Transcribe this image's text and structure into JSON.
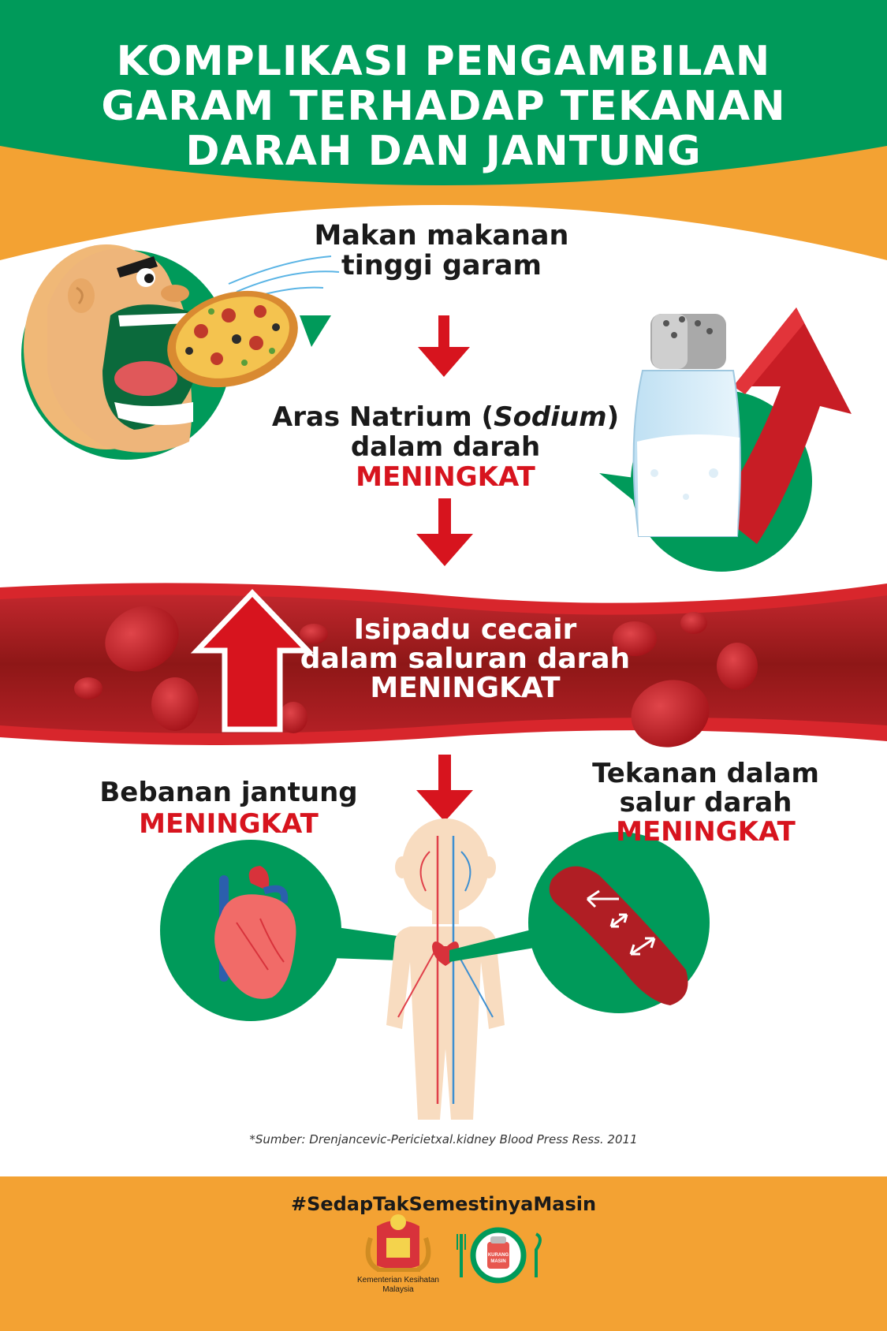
{
  "title": {
    "line1": "KOMPLIKASI PENGAMBILAN",
    "line2": "GARAM TERHADAP TEKANAN",
    "line3": "DARAH DAN JANTUNG"
  },
  "steps": {
    "eat": {
      "line1": "Makan makanan",
      "line2": "tinggi garam"
    },
    "sodium": {
      "line1_pre": "Aras Natrium (",
      "line1_italic": "Sodium",
      "line1_post": ")",
      "line2": "dalam darah",
      "highlight": "MENINGKAT"
    },
    "volume": {
      "line1": "Isipadu cecair",
      "line2": "dalam saluran darah",
      "highlight": "MENINGKAT"
    },
    "heart": {
      "line1": "Bebanan jantung",
      "highlight": "MENINGKAT"
    },
    "pressure": {
      "line1": "Tekanan dalam",
      "line2": "salur darah",
      "highlight": "MENINGKAT"
    }
  },
  "source": "*Sumber: Drenjancevic-Pericietxal.kidney Blood Press Ress. 2011",
  "hashtag": "#SedapTakSemestinyaMasin",
  "ministry": {
    "line1": "Kementerian Kesihatan",
    "line2": "Malaysia"
  },
  "logo_badge": {
    "line1": "KURANG",
    "line2": "MASIN"
  },
  "colors": {
    "green": "#009a5a",
    "orange": "#f3a233",
    "red": "#d7141e",
    "vessel": "#9c1c1c"
  },
  "icons": [
    "face-eating-pizza-icon",
    "salt-shaker-icon",
    "up-arrow-icon",
    "heart-icon",
    "human-body-icon",
    "blood-vessel-icon",
    "down-arrow-icon",
    "ministry-crest-icon",
    "kurang-masin-logo-icon"
  ]
}
